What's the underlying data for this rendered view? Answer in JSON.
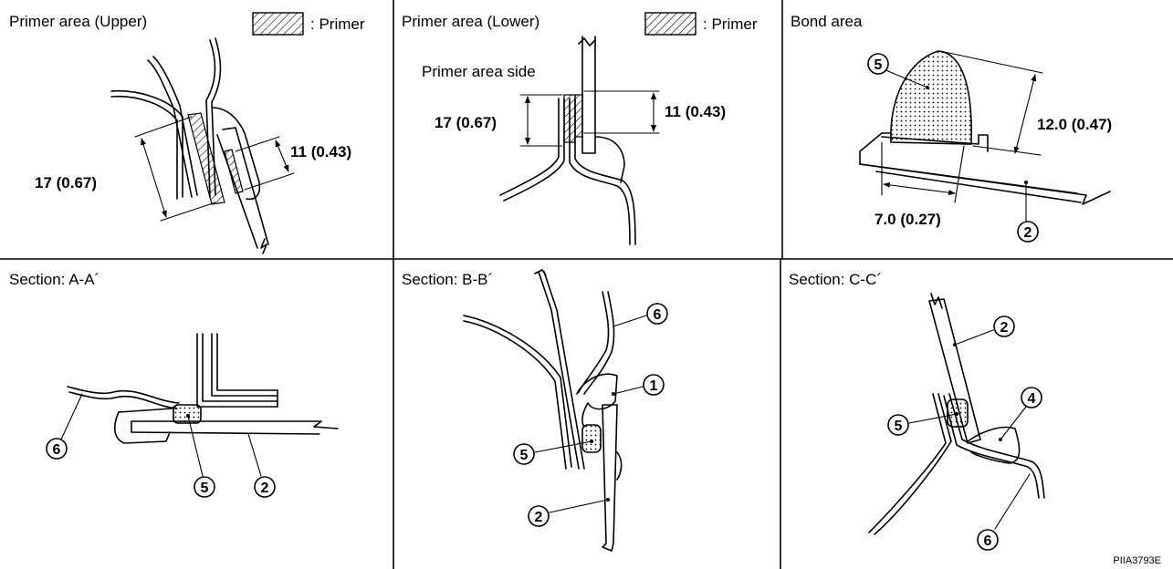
{
  "panels": {
    "upper": {
      "title": "Primer area (Upper)",
      "legend": ": Primer",
      "dim_long": "17 (0.67)",
      "dim_short": "11 (0.43)"
    },
    "lower": {
      "title": "Primer area (Lower)",
      "legend": ": Primer",
      "side_label": "Primer area side",
      "dim_long": "17 (0.67)",
      "dim_short": "11 (0.43)"
    },
    "bond": {
      "title": "Bond area",
      "dim_height": "12.0 (0.47)",
      "dim_width": "7.0 (0.27)",
      "callouts": [
        "5",
        "2"
      ]
    },
    "section_a": {
      "title": "Section: A-A´",
      "callouts": [
        "6",
        "5",
        "2"
      ]
    },
    "section_b": {
      "title": "Section: B-B´",
      "callouts": [
        "6",
        "1",
        "5",
        "2"
      ]
    },
    "section_c": {
      "title": "Section: C-C´",
      "callouts": [
        "2",
        "4",
        "5",
        "6"
      ]
    }
  },
  "figure_code": "PIIA3793E"
}
